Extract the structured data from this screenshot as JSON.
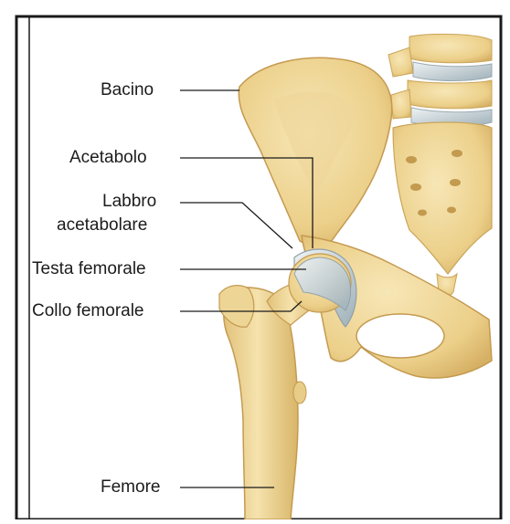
{
  "labels": {
    "bacino": "Bacino",
    "acetabolo": "Acetabolo",
    "labbro_line1": "Labbro",
    "labbro_line2": "acetabolare",
    "testa_femorale": "Testa femorale",
    "collo_femorale": "Collo femorale",
    "femore": "Femore"
  },
  "colors": {
    "bone": "#f2dc9e",
    "bone_shadow": "#d9b96a",
    "cartilage": "#cfd8dc",
    "frame": "#1a1a1a",
    "leader": "#1a1a1a"
  }
}
